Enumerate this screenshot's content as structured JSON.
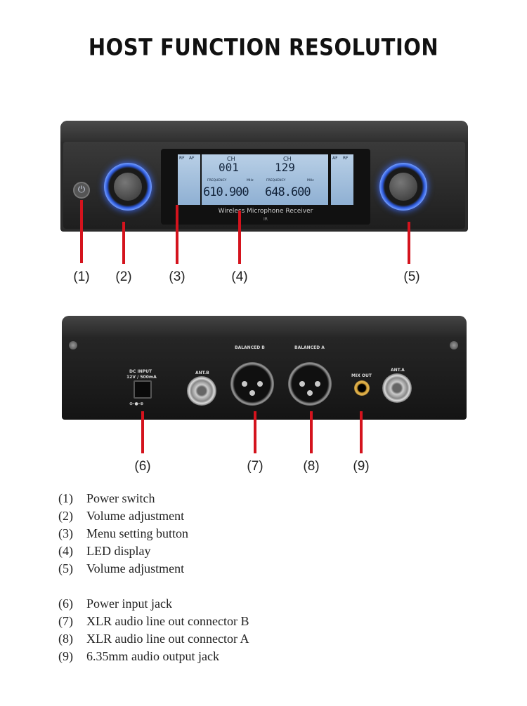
{
  "title": "HOST FUNCTION RESOLUTION",
  "front_device": {
    "lcd": {
      "rf": "RF",
      "af": "AF",
      "ch_label": "CH",
      "ch_left": "001",
      "ch_right": "129",
      "freq_label": "FREQUENCY",
      "mhz": "MHz",
      "freq_left": "610.900",
      "freq_right": "648.600",
      "brand": "Wireless Microphone Receiver",
      "ir": "IR"
    }
  },
  "rear_device": {
    "dc_input": "DC INPUT",
    "dc_rating": "12V / 500mA",
    "ant_b": "ANT.B",
    "balanced_b": "BALANCED B",
    "balanced_a": "BALANCED A",
    "mix_out": "MIX OUT",
    "ant_a": "ANT.A"
  },
  "callouts": [
    "(1)",
    "(2)",
    "(3)",
    "(4)",
    "(5)",
    "(6)",
    "(7)",
    "(8)",
    "(9)"
  ],
  "legend_group1": [
    {
      "num": "(1)",
      "text": "Power switch"
    },
    {
      "num": "(2)",
      "text": "Volume adjustment"
    },
    {
      "num": "(3)",
      "text": "Menu setting button"
    },
    {
      "num": "(4)",
      "text": "LED display"
    },
    {
      "num": "(5)",
      "text": "Volume adjustment"
    }
  ],
  "legend_group2": [
    {
      "num": "(6)",
      "text": "Power input jack"
    },
    {
      "num": "(7)",
      "text": "XLR audio line out connector B"
    },
    {
      "num": "(8)",
      "text": "XLR audio line out connector A"
    },
    {
      "num": "(9)",
      "text": "6.35mm audio output jack"
    }
  ],
  "colors": {
    "callout_line": "#d4131d",
    "knob_glow": "#3d6cff",
    "lcd_backlight": "#a9c4e0"
  }
}
